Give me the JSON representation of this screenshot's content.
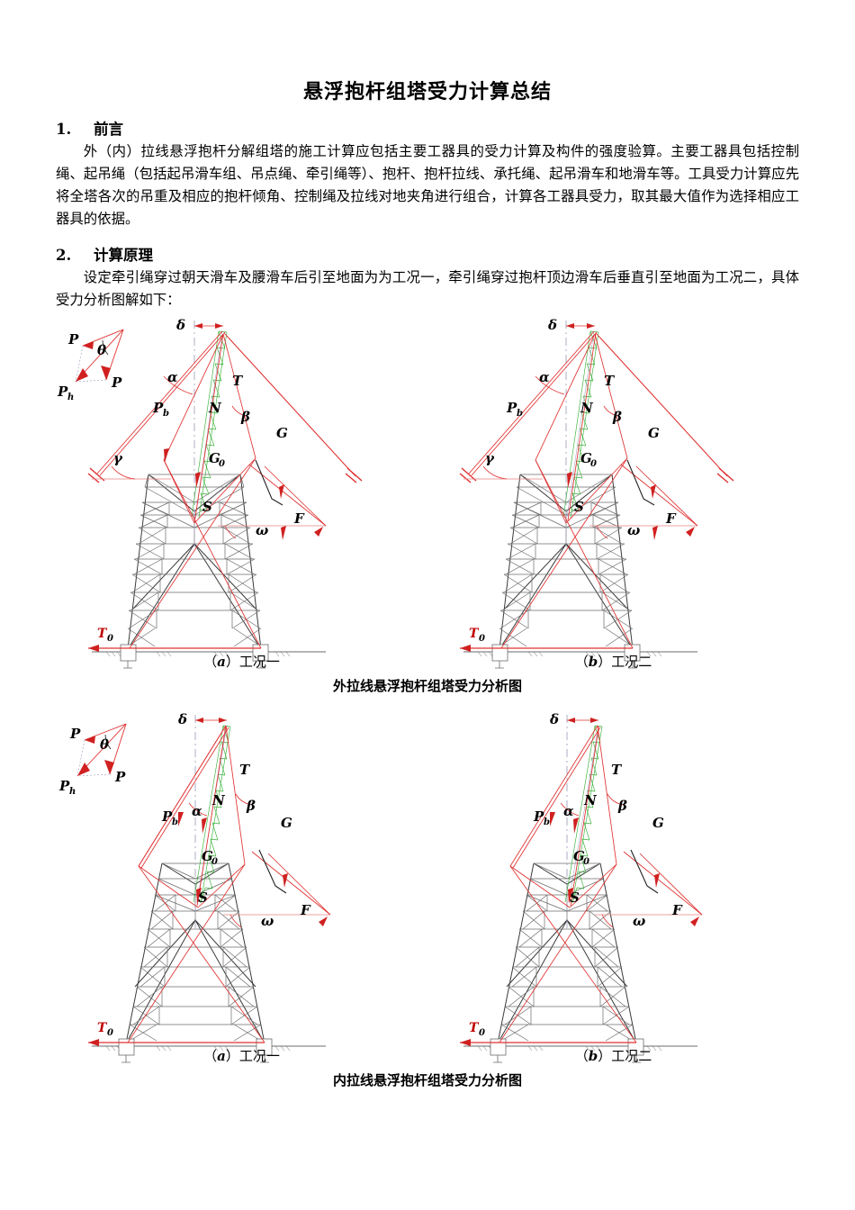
{
  "document": {
    "title": "悬浮抱杆组塔受力计算总结",
    "sections": [
      {
        "number": "1.",
        "heading": "前言",
        "paragraphs": [
          "外（内）拉线悬浮抱杆分解组塔的施工计算应包括主要工器具的受力计算及构件的强度验算。主要工器具包括控制绳、起吊绳（包括起吊滑车组、吊点绳、牵引绳等）、抱杆、抱杆拉线、承托绳、起吊滑车和地滑车等。工具受力计算应先将全塔各次的吊重及相应的抱杆倾角、控制绳及拉线对地夹角进行组合，计算各工器具受力，取其最大值作为选择相应工器具的依据。"
        ]
      },
      {
        "number": "2.",
        "heading": "计算原理",
        "paragraphs": [
          "设定牵引绳穿过朝天滑车及腰滑车后引至地面为为工况一，牵引绳穿过抱杆顶边滑车后垂直引至地面为工况二，具体受力分析图解如下："
        ]
      }
    ]
  },
  "figures": [
    {
      "id": "outer-guy",
      "caption": "外拉线悬浮抱杆组塔受力分析图",
      "panels": [
        {
          "key": "a",
          "letter": "a",
          "label": "工况一",
          "labels": {
            "delta": "δ",
            "alpha": "α",
            "beta": "β",
            "theta": "θ",
            "gamma": "γ",
            "omega": "ω",
            "T": "T",
            "N": "N",
            "G": "G",
            "G0": "G",
            "G0sub": "0",
            "S": "S",
            "F": "F",
            "P1": "P",
            "P2": "P",
            "Ph": "P",
            "Phsub": "h",
            "Pb": "P",
            "Pbsub": "b",
            "T0": "T",
            "T0sub": "0"
          }
        },
        {
          "key": "b",
          "letter": "b",
          "label": "工况二",
          "labels": {
            "delta": "δ",
            "alpha": "α",
            "beta": "β",
            "gamma": "γ",
            "omega": "ω",
            "T": "T",
            "N": "N",
            "G": "G",
            "G0": "G",
            "G0sub": "0",
            "S": "S",
            "F": "F",
            "Pb": "P",
            "Pbsub": "b",
            "T0": "T",
            "T0sub": "0"
          }
        }
      ]
    },
    {
      "id": "inner-guy",
      "caption": "内拉线悬浮抱杆组塔受力分析图",
      "panels": [
        {
          "key": "a",
          "letter": "a",
          "label": "工况一",
          "labels": {
            "delta": "δ",
            "alpha": "α",
            "beta": "β",
            "theta": "θ",
            "omega": "ω",
            "T": "T",
            "N": "N",
            "G": "G",
            "G0": "G",
            "G0sub": "0",
            "S": "S",
            "F": "F",
            "P1": "P",
            "P2": "P",
            "Ph": "P",
            "Phsub": "h",
            "Pb": "P",
            "Pbsub": "b",
            "T0": "T",
            "T0sub": "0"
          }
        },
        {
          "key": "b",
          "letter": "b",
          "label": "工况二",
          "labels": {
            "delta": "δ",
            "alpha": "α",
            "beta": "β",
            "omega": "ω",
            "T": "T",
            "N": "N",
            "G": "G",
            "G0": "G",
            "G0sub": "0",
            "S": "S",
            "F": "F",
            "Pb": "P",
            "Pbsub": "b",
            "T0": "T",
            "T0sub": "0"
          }
        }
      ]
    }
  ],
  "colors": {
    "force_line": "#e03030",
    "force_line_light": "#e88080",
    "tower_steel": "#6b6b6b",
    "tower_steel_dark": "#3a3a3a",
    "boom_green": "#38b038",
    "centerline": "#9a9ab8",
    "arrow_fill": "#d02020"
  }
}
